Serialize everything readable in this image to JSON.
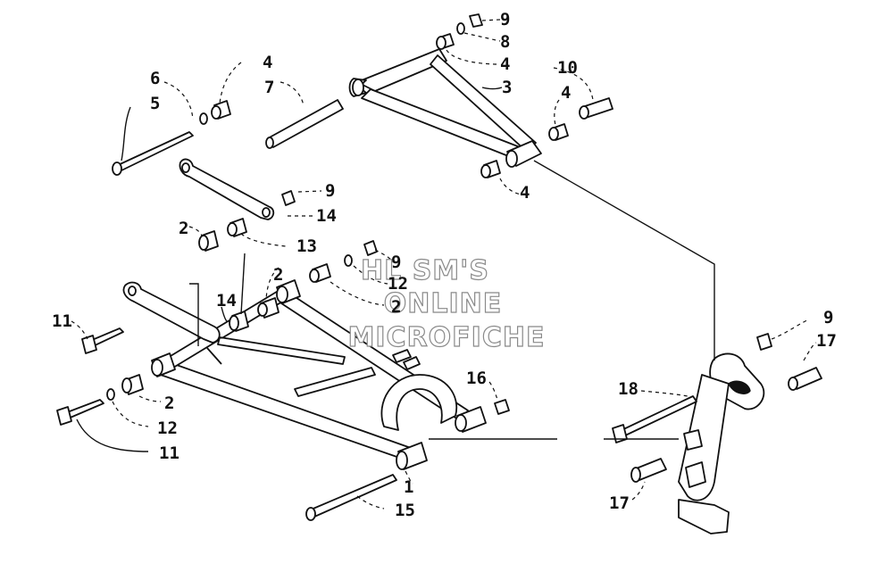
{
  "title": "Front Suspension Assembly",
  "watermark": {
    "line1": "HL SM'S",
    "line2": "ONLINE",
    "line3": "MICROFICHE"
  },
  "callouts": [
    {
      "id": "c9a",
      "text": "9"
    },
    {
      "id": "c8",
      "text": "8"
    },
    {
      "id": "c4a",
      "text": "4"
    },
    {
      "id": "c3",
      "text": "3"
    },
    {
      "id": "c10",
      "text": "10"
    },
    {
      "id": "c4b",
      "text": "4"
    },
    {
      "id": "c4c",
      "text": "4"
    },
    {
      "id": "c6",
      "text": "6"
    },
    {
      "id": "c5",
      "text": "5"
    },
    {
      "id": "c4d",
      "text": "4"
    },
    {
      "id": "c7",
      "text": "7"
    },
    {
      "id": "c9b",
      "text": "9"
    },
    {
      "id": "c14a",
      "text": "14"
    },
    {
      "id": "c2a",
      "text": "2"
    },
    {
      "id": "c13",
      "text": "13"
    },
    {
      "id": "c9c",
      "text": "9"
    },
    {
      "id": "c12a",
      "text": "12"
    },
    {
      "id": "c2b",
      "text": "2"
    },
    {
      "id": "c2c",
      "text": "2"
    },
    {
      "id": "c14b",
      "text": "14"
    },
    {
      "id": "c11a",
      "text": "11"
    },
    {
      "id": "c2d",
      "text": "2"
    },
    {
      "id": "c12b",
      "text": "12"
    },
    {
      "id": "c11b",
      "text": "11"
    },
    {
      "id": "c16",
      "text": "16"
    },
    {
      "id": "c1",
      "text": "1"
    },
    {
      "id": "c15",
      "text": "15"
    },
    {
      "id": "c9d",
      "text": "9"
    },
    {
      "id": "c17a",
      "text": "17"
    },
    {
      "id": "c18",
      "text": "18"
    },
    {
      "id": "c17b",
      "text": "17"
    }
  ]
}
